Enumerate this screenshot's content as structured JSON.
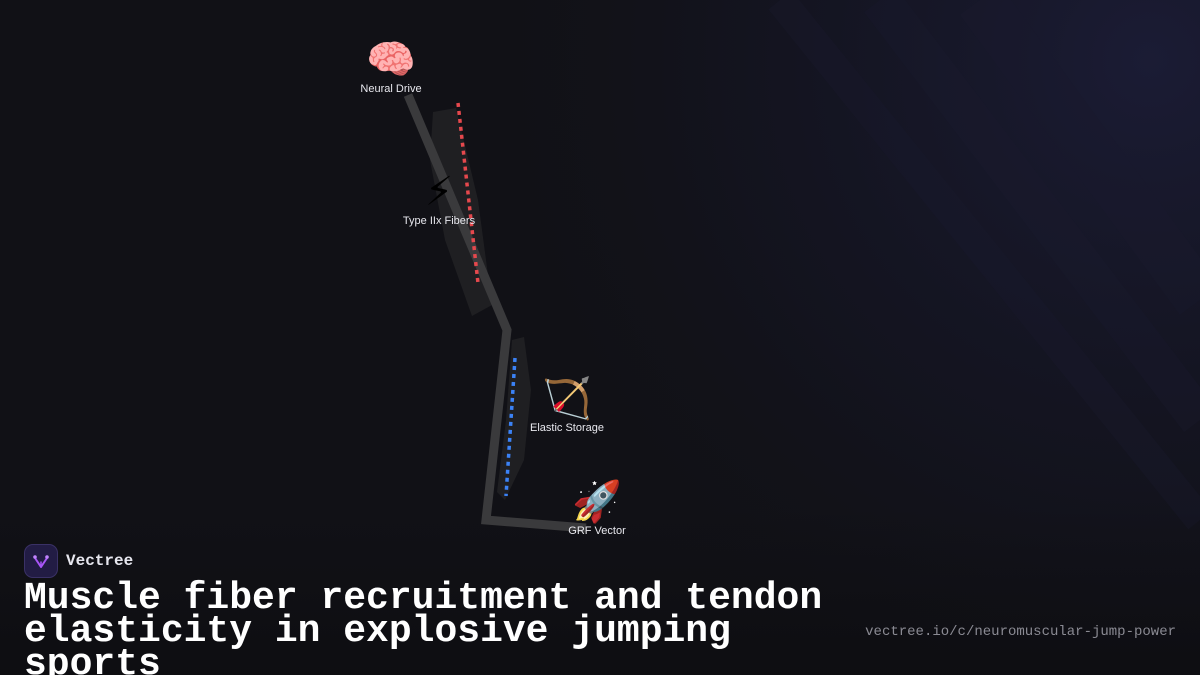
{
  "diagram": {
    "nodes": [
      {
        "id": "neural-drive",
        "icon": "brain-icon",
        "glyph": "🧠",
        "label": "Neural Drive"
      },
      {
        "id": "type-iix-fibers",
        "icon": "lightning-icon",
        "glyph": "⚡",
        "label": "Type IIx Fibers"
      },
      {
        "id": "elastic-storage",
        "icon": "bow-and-arrow-icon",
        "glyph": "🏹",
        "label": "Elastic Storage"
      },
      {
        "id": "grf-vector",
        "icon": "rocket-icon",
        "glyph": "🚀",
        "label": "GRF Vector"
      }
    ],
    "colors": {
      "path": "#3a3a3c",
      "red_dashes": "#e5484d",
      "blue_dashes": "#3b82f6",
      "background": "#111116"
    }
  },
  "brand": {
    "name": "Vectree",
    "logo_icon": "vectree-logo-icon",
    "logo_color": "#a855f7"
  },
  "title": "Muscle fiber recruitment and tendon elasticity in explosive jumping sports",
  "url": "vectree.io/c/neuromuscular-jump-power"
}
